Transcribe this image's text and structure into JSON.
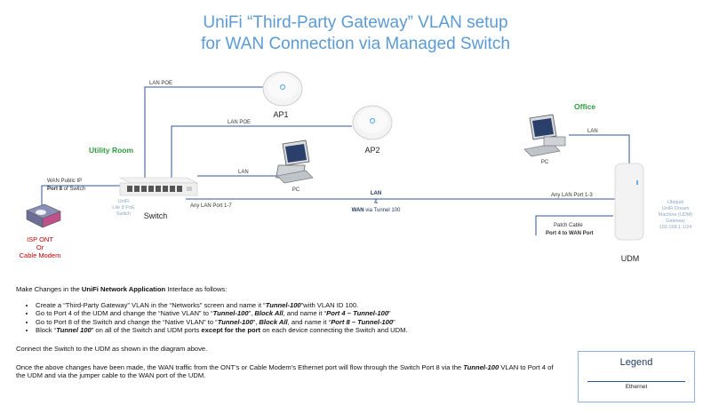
{
  "title": {
    "line1": "UniFi “Third-Party Gateway” VLAN setup",
    "line2": "for WAN Connection via Managed Switch"
  },
  "rooms": {
    "utility": "Utility Room",
    "office": "Office"
  },
  "devices": {
    "ap1": "AP1",
    "ap2": "AP2",
    "pc_left": "PC",
    "pc_office": "PC",
    "switch": "Switch",
    "switch_model": [
      "UniFi",
      "Lite 8 PoE",
      "Switch"
    ],
    "udm": "UDM",
    "udm_desc": [
      "Ubiquiti",
      "UniFi Dream",
      "Machine (UDM)",
      "Gateway",
      "192.168.1.1/24"
    ],
    "isp": [
      "ISP ONT",
      "Or",
      "Cable Modem"
    ]
  },
  "links": {
    "lan_poe_1": "LAN POE",
    "lan_poe_2": "LAN POE",
    "lan_pc": "LAN",
    "lan_office": "LAN",
    "wan_public_ip": "WAN Public IP",
    "port8_bold": "Port 8",
    "port8_rest": " of Switch",
    "any_lan_1_7": "Any LAN Port 1-7",
    "any_lan_1_3": "Any LAN Port 1-3",
    "trunk_lan": "LAN",
    "trunk_amp": "&",
    "trunk_wan_bold": "WAN",
    "trunk_wan_rest": " via Tunnel 100",
    "patch_cable": "Patch Cable",
    "patch_port": "Port 4 to WAN Port"
  },
  "instructions": {
    "intro_pre": "Make Changes in the ",
    "intro_bold": "UniFi Network Application",
    "intro_post": " Interface as follows:",
    "b1_pre": "Create a “Third-Party Gateway” VLAN in the “Networks” screen and name it “",
    "b1_name": "Tunnel-100",
    "b1_post": "”with VLAN ID 100.",
    "b2_pre": "Go to Port 4 of the UDM and change the “Native VLAN” to “",
    "b2_name": "Tunnel-100",
    "b2_mid": "”, ",
    "b2_block": "Block All",
    "b2_and": ", and name it “",
    "b2_port": "Port 4 – Tunnel-100",
    "b2_end": "”",
    "b3_pre": "Go to Port 8 of the Switch and change the “Native VLAN” to “",
    "b3_name": "Tunnel-100",
    "b3_mid": "”, ",
    "b3_block": "Block All",
    "b3_and": ", and name it “",
    "b3_port": "Port 8 – Tunnel-100",
    "b3_end": "”",
    "b4_pre": "Block “",
    "b4_name": "Tunnel 100",
    "b4_mid": "” on all of the Switch and UDM ports ",
    "b4_bold": "except for the port",
    "b4_post": " on each device connecting the Switch and UDM.",
    "connect": "Connect the Switch to the UDM as shown in the diagram above.",
    "once_pre": "Once the above changes have been made, the WAN traffic from the ONT’s or Cable Modem’s Ethernet port will flow through the Switch Port 8 via the ",
    "once_bold": "Tunnel-100",
    "once_post": " VLAN to Port 4 of the UDM and via the jumper cable to the WAN port of the UDM."
  },
  "legend": {
    "title": "Legend",
    "ethernet": "Ethernet"
  },
  "colors": {
    "title": "#5b9bd5",
    "wire": "#2f5597",
    "room": "#2e9a3c",
    "isp": "#c00000"
  }
}
